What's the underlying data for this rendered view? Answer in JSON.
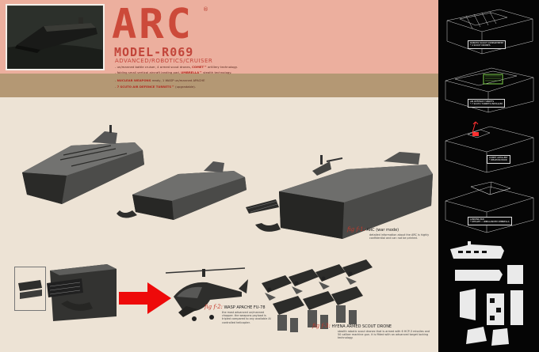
{
  "header": {
    "logo": "ARC",
    "logo_sup": "®",
    "model": "MODEL-R069",
    "subtitle": "ADVANCED/ROBOTICS/CRUISER",
    "specs": [
      {
        "pre": "- un/manned battle cruiser, 4 armed scout drones, ",
        "bold": "COMET™",
        "post": " artillery technology."
      },
      {
        "pre": "- folding small vertical aircraft landing pad, ",
        "bold": "UMBRELLA™",
        "post": " stealth technology."
      },
      {
        "pre": "- ",
        "bold": "NUCLEAR WEAPONS",
        "post": " ready, 1 WASP un/manned APACHE"
      },
      {
        "pre": "- ",
        "bold": "7 SCUTO AIR DEFENCE TURRETS™",
        "post": " (upgradable)."
      }
    ]
  },
  "callouts": [
    {
      "title": "ROBOTIC SCOUT COMPARTMENT",
      "sub": "* 4 SCOUT DRONES"
    },
    {
      "title": "AIR DEFENCE TURRETS",
      "sub": "* 7 SCUTO TURRETS INSTALLED"
    },
    {
      "title": "COMET ARTILLERY",
      "sub": "* WEAPON MOOD"
    },
    {
      "title": "LANDING PAD",
      "sub": "* STEALTH • UNBALANCED UMBRELLA"
    }
  ],
  "figures": {
    "f1": {
      "label": "fig f-1:",
      "title": "ARC (war mode)",
      "desc": "detailed information about the ARC is highly confidential and can not be printed."
    },
    "f2": {
      "label": "fig f-2:",
      "title": "WASP APACHE FU-78",
      "desc": "the most advanced un/manned chopper. the weapons payload is tripled compared to any available AI controlled helicopter."
    },
    "f3": {
      "label": "fig f-3:",
      "title": "HYENA ARMED SCOUT DRONE",
      "desc": "stealth robotic scout drones that is armed with 6 HCP-3 missiles and 50 caliber machine gun. it is fitted with an advanced target locking technology."
    }
  },
  "colors": {
    "header": "#ecaf9e",
    "band": "#b49874",
    "body": "#ede3d5",
    "accent": "#cc3a2c",
    "arrow": "#ee0a0a",
    "panel": "#050505"
  }
}
